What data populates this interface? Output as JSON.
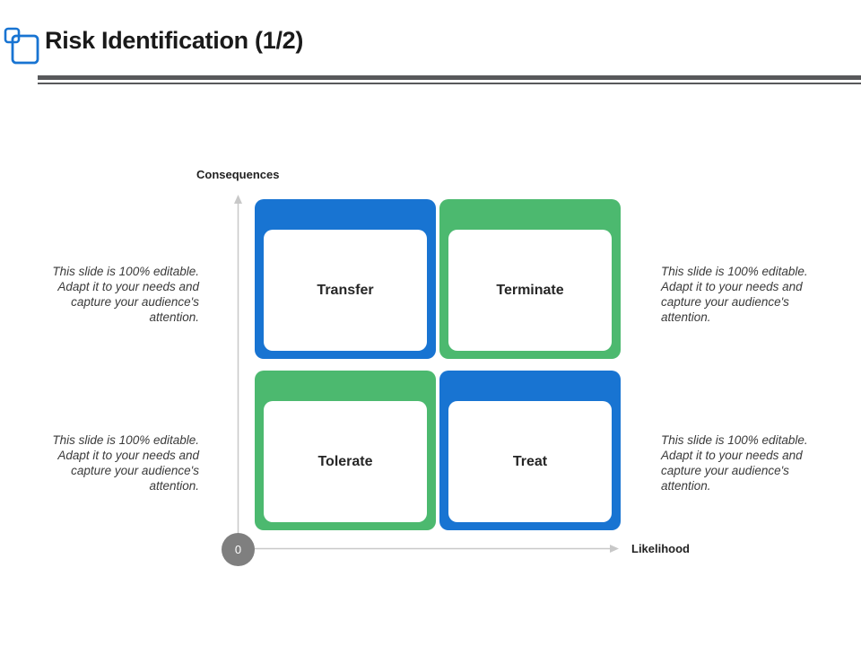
{
  "slide": {
    "title": "Risk Identification (1/2)"
  },
  "axes": {
    "y_label": "Consequences",
    "x_label": "Likelihood",
    "origin_label": "0"
  },
  "quadrants": {
    "top_left": "Transfer",
    "top_right": "Terminate",
    "bottom_left": "Tolerate",
    "bottom_right": "Treat"
  },
  "notes": {
    "top_left": "This slide is 100% editable. Adapt it to your needs and capture your audience's attention.",
    "top_right": "This slide is 100% editable. Adapt it to your needs and capture your audience's attention.",
    "bottom_left": "This slide is 100% editable. Adapt it to your needs and capture your audience's attention.",
    "bottom_right": "This slide is 100% editable. Adapt it to your needs and capture your audience's attention."
  },
  "colors": {
    "blue": "#1874d2",
    "green": "#4cb96f",
    "rule": "#58595b",
    "axis": "#c8c8c8",
    "origin": "#7f7f7f"
  },
  "icons": {
    "logo": "overlapping-squares-icon"
  }
}
